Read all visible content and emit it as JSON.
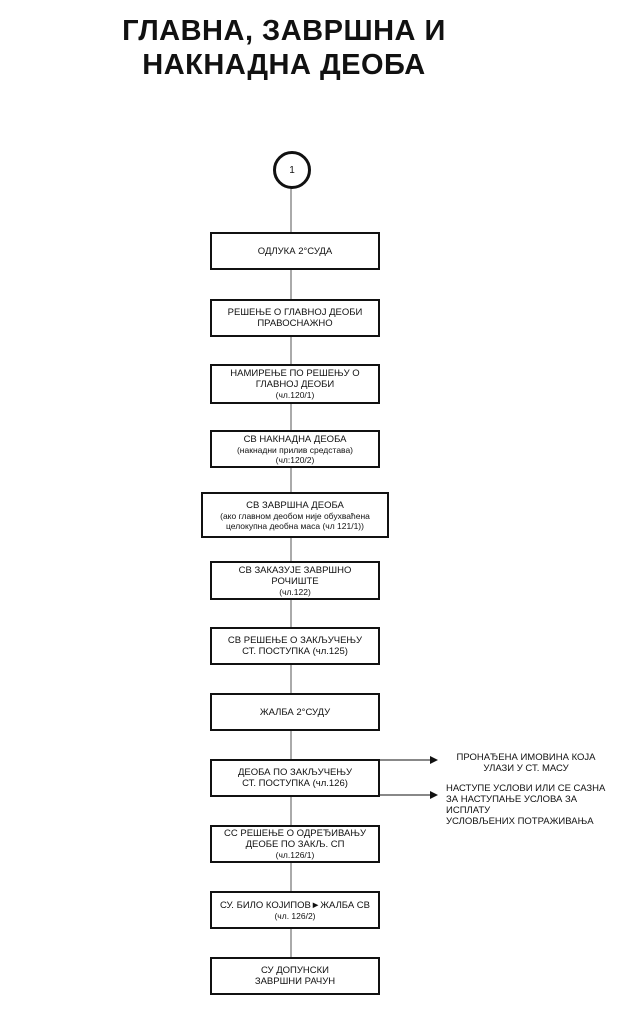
{
  "title": {
    "line1": "ГЛАВНА, ЗАВРШНА И",
    "line2": "НАКНАДНА ДЕОБА"
  },
  "start_node": {
    "label": "1"
  },
  "steps": [
    {
      "main": "ОДЛУКА 2°СУДА"
    },
    {
      "main": "РЕШЕЊЕ О ГЛАВНОЈ ДЕОБИ",
      "main2": "ПРАВОСНАЖНО"
    },
    {
      "main": "НАМИРЕЊЕ ПО РЕШЕЊУ О",
      "main2": "ГЛАВНОЈ ДЕОБИ",
      "sub": "(чл.120/1)"
    },
    {
      "main": "СВ НАКНАДНА ДЕОБА",
      "sub": "(накнадни прилив средстава)",
      "sub2": "(чл:120/2)"
    },
    {
      "main": "СВ ЗАВРШНА ДЕОБА",
      "sub": "(ако главном деобом није обухваћена",
      "sub2": "целокупна деобна маса (чл 121/1))"
    },
    {
      "main": "СВ ЗАКАЗУЈЕ ЗАВРШНО",
      "main2": "РОЧИШТЕ",
      "sub": "(чл.122)"
    },
    {
      "main": "СВ РЕШЕЊЕ О ЗАКЉУЧЕЊУ",
      "main2": "СТ. ПОСТУПКА (чл.125)"
    },
    {
      "main": "ЖАЛБА 2°СУДУ"
    },
    {
      "main": "ДЕОБА ПО ЗАКЉУЧЕЊУ",
      "main2": "СТ. ПОСТУПКА (чл.126)"
    },
    {
      "main": "СС РЕШЕЊЕ О ОДРЕЂИВАЊУ",
      "main2": "ДЕОБЕ ПО ЗАКЉ. СП",
      "sub": "(чл.126/1)"
    },
    {
      "main": "СУ. БИЛО КОЈИПОВ►ЖАЛБА СВ",
      "sub": "(чл. 126/2)"
    },
    {
      "main": "СУ ДОПУНСКИ",
      "main2": "ЗАВРШНИ РАЧУН"
    }
  ],
  "side_notes": {
    "found_assets": {
      "line1": "ПРОНАЂЕНА ИМОВИНА КОЈА",
      "line2": "УЛАЗИ У СТ. МАСУ"
    },
    "conditions": {
      "line1": "НАСТУПЕ УСЛОВИ ИЛИ СЕ САЗНА",
      "line2": "ЗА НАСТУПАЊЕ УСЛОВА ЗА ИСПЛАТУ",
      "line3": "УСЛОВЉЕНИХ ПОТРАЖИВАЊА"
    }
  }
}
